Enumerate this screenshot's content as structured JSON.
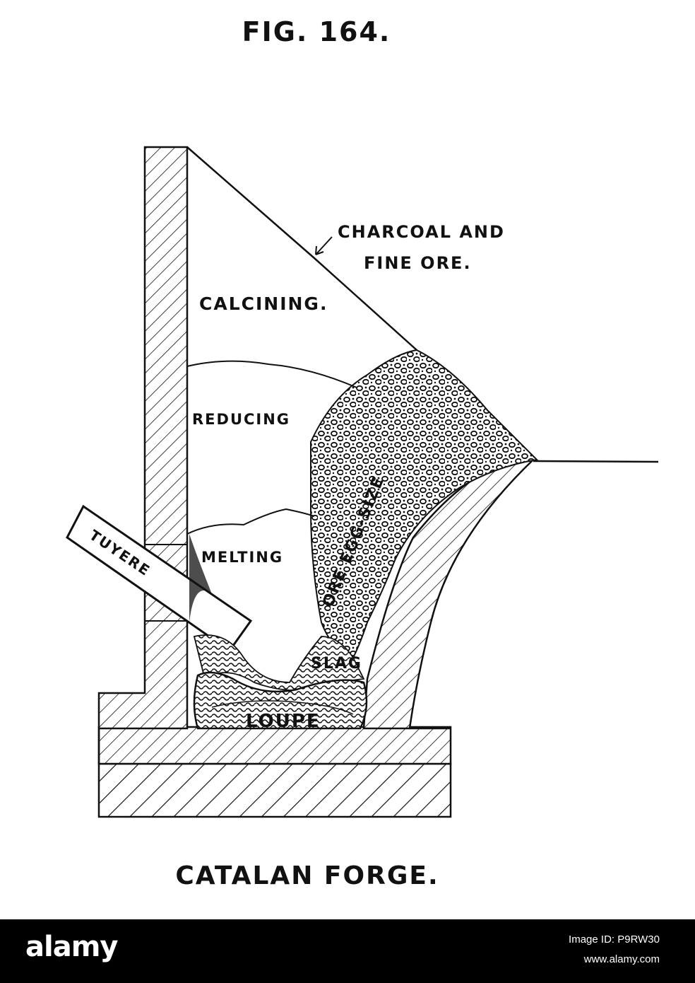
{
  "figure": {
    "number": "FIG. 164.",
    "caption": "CATALAN FORGE.",
    "labels": {
      "charcoal_line1": "CHARCOAL AND",
      "charcoal_line2": "FINE ORE.",
      "calcining": "CALCINING.",
      "reducing": "REDUCING",
      "melting": "MELTING",
      "tuyere": "TUYERE",
      "ore_egg_size": "ORE EGG-SIZE",
      "slag": "SLAG",
      "loupe": "LOUPE"
    },
    "colors": {
      "ink": "#111111",
      "paper": "#ffffff"
    }
  },
  "watermark": {
    "logo": "alamy",
    "image_id": "Image ID: P9RW30",
    "url": "www.alamy.com"
  }
}
